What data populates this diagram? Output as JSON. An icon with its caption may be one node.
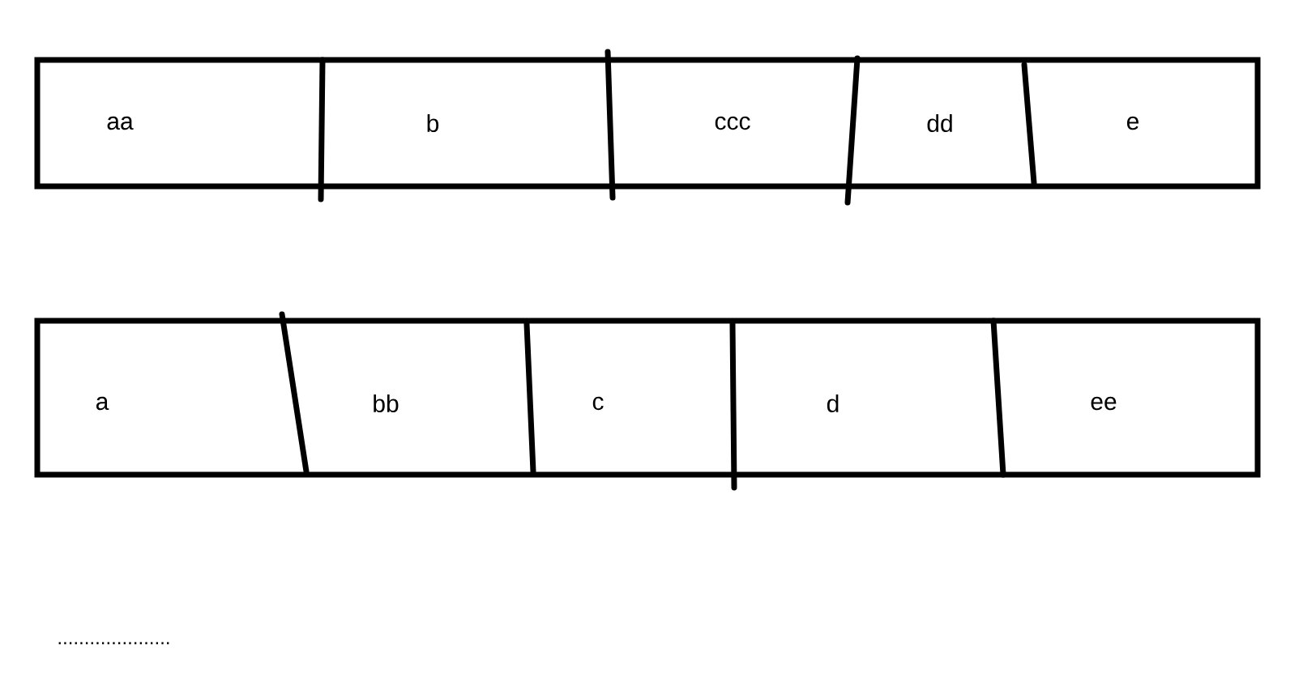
{
  "diagram": {
    "nodes": [
      {
        "text": [],
        "shape": "bar"
      },
      {
        "text": [
          "aa"
        ],
        "in": 0
      },
      {
        "text": [
          "b"
        ],
        "in": 0
      },
      {
        "text": [
          "ccc"
        ],
        "in": 0
      },
      {
        "text": [
          "dd"
        ],
        "in": 0
      },
      {
        "text": [
          "e"
        ],
        "in": 0
      },
      {
        "text": [],
        "shape": "bar"
      },
      {
        "text": [
          "a"
        ],
        "in": 6
      },
      {
        "text": [
          "bb"
        ],
        "in": 6
      },
      {
        "text": [
          "c"
        ],
        "in": 6
      },
      {
        "text": [
          "d"
        ],
        "in": 6
      },
      {
        "text": [
          "ee"
        ],
        "in": 6
      }
    ],
    "labels": [
      "....................."
    ]
  }
}
